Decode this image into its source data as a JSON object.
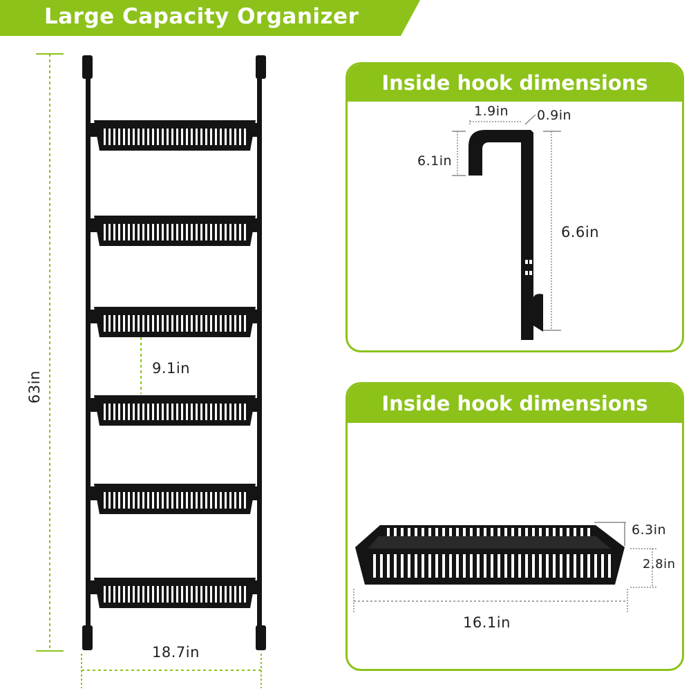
{
  "banner": {
    "title": "Large Capacity Organizer",
    "color": "#8cc21a"
  },
  "organizer": {
    "height_label": "63in",
    "width_label": "18.7in",
    "spacing_label": "9.1in",
    "basket_count": 6
  },
  "hook_panel": {
    "title": "Inside hook dimensions",
    "top_width_label": "1.9in",
    "thickness_label": "0.9in",
    "front_drop_label": "6.1in",
    "back_length_label": "6.6in"
  },
  "basket_panel": {
    "title": "Inside hook dimensions",
    "depth_label": "6.3in",
    "height_label": "2.8in",
    "length_label": "16.1in"
  },
  "colors": {
    "accent": "#8cc21a",
    "product": "#141414",
    "dashed": "#8cc21a"
  }
}
